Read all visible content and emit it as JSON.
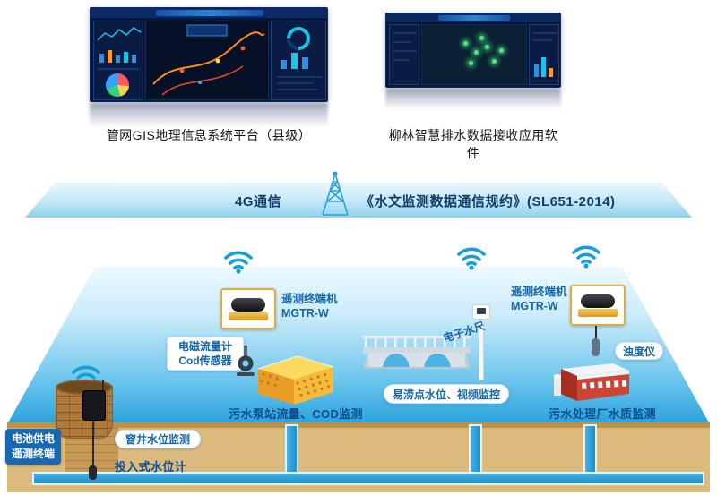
{
  "dashboards": {
    "left_caption": "管网GIS地理信息系统平台（县级）",
    "right_caption": "柳林智慧排水数据接收应用软件"
  },
  "band": {
    "comm_label": "4G通信",
    "protocol_label": "《水文监测数据通信规约》(SL651-2014)"
  },
  "scene": {
    "rtu": {
      "line1": "遥测终端机",
      "line2": "MGTR-W"
    },
    "flowmeter": {
      "line1": "电磁流量计",
      "line2": "Cod传感器"
    },
    "pump_caption": "污水泵站流量、COD监测",
    "flood_caption": "易涝点水位、视频监控",
    "water_gauge_label": "电子水尺",
    "turbidity_label": "浊度仪",
    "plant_caption": "污水处理厂水质监测",
    "battery": {
      "line1": "电池供电",
      "line2": "遥测终端"
    },
    "manhole_label": "窨井水位监测",
    "level_gauge_label": "投入式水位计"
  },
  "colors": {
    "accent_blue": "#1465a8",
    "scene_bottom": "#2aa2dc",
    "ground": "#dcba7e",
    "rtu_gold": "#e0aa3e"
  }
}
